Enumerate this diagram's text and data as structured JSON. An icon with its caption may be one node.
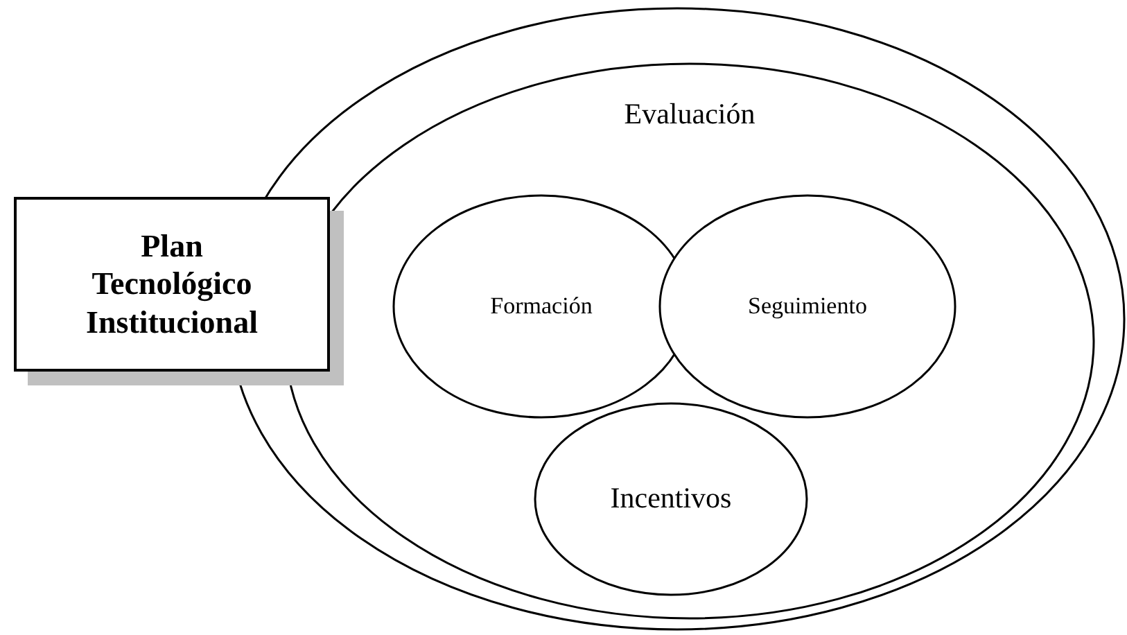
{
  "diagram": {
    "nodes": [
      {
        "text": [
          "Plan Tecnológico Institucional"
        ]
      },
      {
        "text": [],
        "shape": "circle"
      },
      {
        "text": [
          "Evaluación"
        ],
        "in": 1
      },
      {
        "text": [
          "Formación"
        ],
        "in": 2
      },
      {
        "text": [
          "Seguimiento"
        ],
        "in": 2
      },
      {
        "text": [
          "Incentivos"
        ],
        "in": 2
      }
    ],
    "edges": []
  }
}
